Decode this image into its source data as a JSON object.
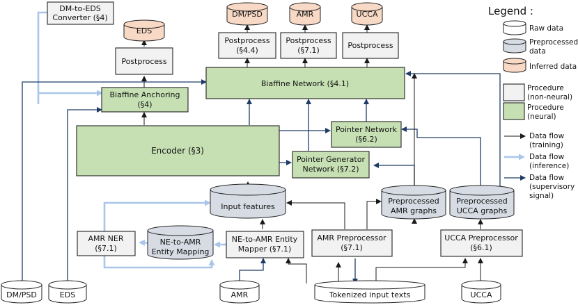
{
  "nodes": {
    "dm_to_eds": [
      "DM-to-EDS",
      "Converter (§4)"
    ],
    "eds_out": [
      "EDS"
    ],
    "dm_psd_out": [
      "DM/PSD"
    ],
    "amr_out": [
      "AMR"
    ],
    "ucca_out": [
      "UCCA"
    ],
    "postprocess_eds": [
      "Postprocess"
    ],
    "postprocess_44": [
      "Postprocess",
      "(§4.4)"
    ],
    "postprocess_71": [
      "Postprocess",
      "(§7.1)"
    ],
    "postprocess_ucca": [
      "Postprocess"
    ],
    "biaffine_network": [
      "Biaffine Network (§4.1)"
    ],
    "biaffine_anchoring": [
      "Biaffine Anchoring",
      "(§4)"
    ],
    "encoder": [
      "Encoder (§3)"
    ],
    "pointer_network": [
      "Pointer Network",
      "(§6.2)"
    ],
    "pointer_generator": [
      "Pointer Generator",
      "Network (§7.2)"
    ],
    "input_features": [
      "Input features"
    ],
    "pre_amr_graphs": [
      "Preprocessed",
      "AMR graphs"
    ],
    "pre_ucca_graphs": [
      "Preprocessed",
      "UCCA graphs"
    ],
    "amr_ner": [
      "AMR NER",
      "(§7.1)"
    ],
    "ne_to_amr_mapping": [
      "NE-to-AMR",
      "Entity Mapping"
    ],
    "ne_to_amr_mapper": [
      "NE-to-AMR Entity",
      "Mapper (§7.1)"
    ],
    "amr_preprocessor": [
      "AMR Preprocessor",
      "(§7.1)"
    ],
    "ucca_preprocessor": [
      "UCCA Preprocessor",
      "(§6.1)"
    ],
    "dm_psd_in": [
      "DM/PSD"
    ],
    "eds_in": [
      "EDS"
    ],
    "amr_in": [
      "AMR"
    ],
    "tokenized": [
      "Tokenized input texts"
    ],
    "ucca_in": [
      "UCCA"
    ]
  },
  "legend": {
    "title": "Legend :",
    "raw_data": [
      "Raw data"
    ],
    "preprocessed_data": [
      "Preprocessed",
      "data"
    ],
    "inferred_data": [
      "Inferred data"
    ],
    "procedure_nonneural": [
      "Procedure",
      "(non-neural)"
    ],
    "procedure_neural": [
      "Procedure",
      "(neural)"
    ],
    "flow_training": [
      "Data flow",
      "(training)"
    ],
    "flow_inference": [
      "Data flow",
      "(inference)"
    ],
    "flow_supervisory": [
      "Data flow",
      "(supervisory",
      "signal)"
    ]
  },
  "colors": {
    "raw": "#ffffff",
    "preprocessed": "#d6dbe4",
    "inferred": "#f8d9c5",
    "procedure_nonneural": "#f2f2f2",
    "procedure_neural": "#c6e0b4",
    "flow_training": "#1a1a1a",
    "flow_inference": "#a9c6ea",
    "flow_supervisory": "#1f3c66"
  }
}
